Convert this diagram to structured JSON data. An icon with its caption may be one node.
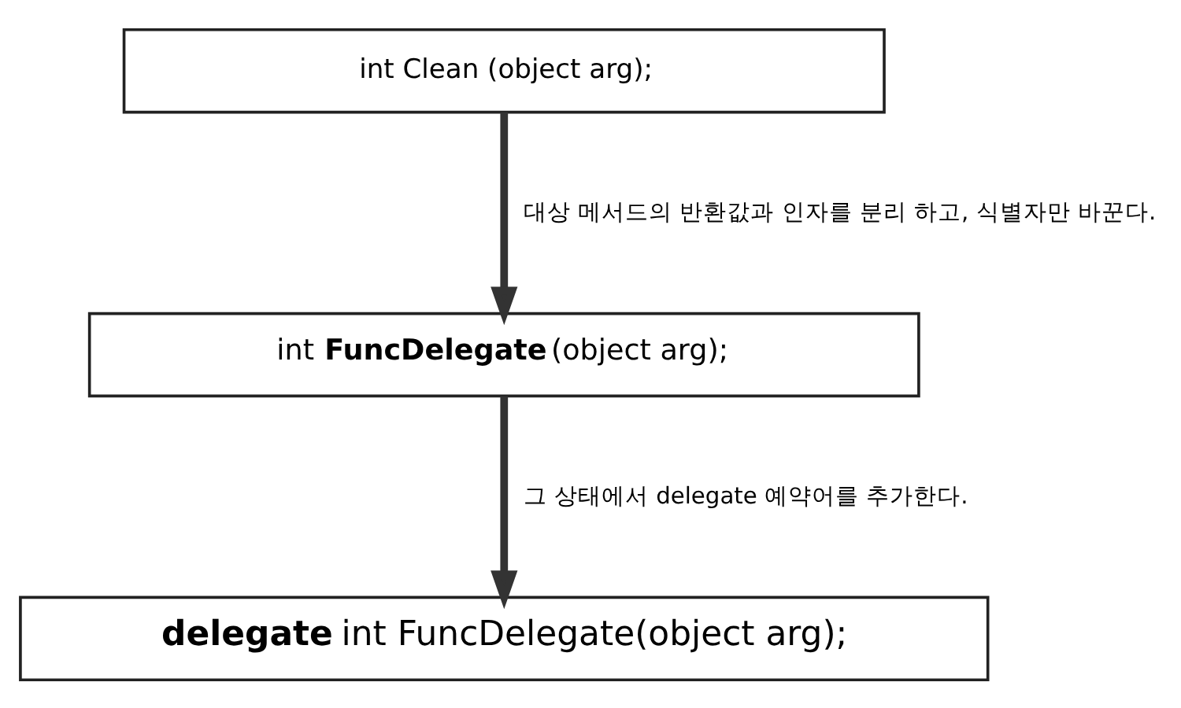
{
  "diagram": {
    "nodes": [
      {
        "text": [
          "int Clean (object arg);"
        ]
      },
      {
        "text": [
          "int **FuncDelegate**(object arg);"
        ]
      },
      {
        "text": [
          "**delegate** int FuncDelegate(object arg);"
        ]
      }
    ],
    "edges": [
      {
        "from": 0,
        "to": 1,
        "arrow": "to",
        "label": "대상 메서드의 반환값과 인자를 분리 하고, 식별자만 바꾼다."
      },
      {
        "from": 1,
        "to": 2,
        "arrow": "to",
        "label": "그 상태에서 delegate 예약어를 추가한다."
      }
    ]
  }
}
